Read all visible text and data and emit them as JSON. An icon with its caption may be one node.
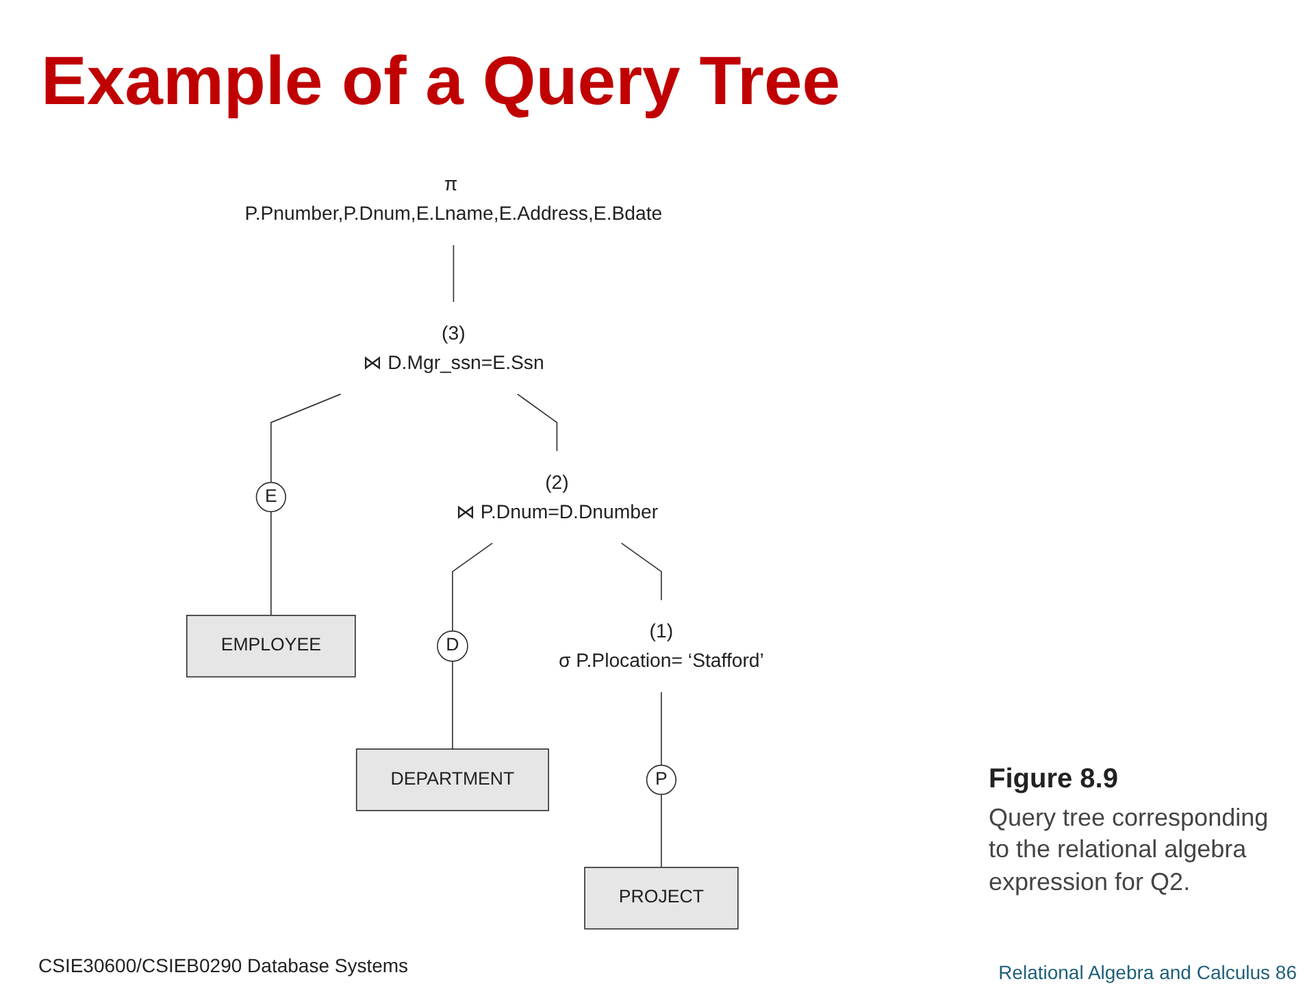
{
  "diagram": {
    "title": "Example of a Query Tree",
    "caption": "Figure 8.9",
    "nodes": [
      {
        "text": [
          "π P.Pnumber,P.Dnum,E.Lname,E.Address,E.Bdate"
        ]
      },
      {
        "text": [
          "⋈ D.Mgr_ssn=E.Ssn"
        ],
        "beside": [
          "(3)"
        ]
      },
      {
        "text": [
          "⋈ P.Dnum=D.Dnumber"
        ],
        "beside": [
          "(2)"
        ]
      },
      {
        "text": [
          "E"
        ]
      },
      {
        "text": [
          "EMPLOYEE"
        ]
      },
      {
        "text": [
          "σ P.Plocation= ‘Stafford’"
        ],
        "beside": [
          "(1)"
        ]
      },
      {
        "text": [
          "D"
        ]
      },
      {
        "text": [
          "DEPARTMENT"
        ]
      },
      {
        "text": [
          "P"
        ]
      },
      {
        "text": [
          "PROJECT"
        ]
      }
    ],
    "edges": [
      {
        "from": 0,
        "to": 1,
        "arrow": "none"
      },
      {
        "from": 1,
        "to": 2,
        "arrow": "none"
      },
      {
        "from": 1,
        "to": 3,
        "arrow": "none"
      },
      {
        "from": 3,
        "to": 4,
        "arrow": "none"
      },
      {
        "from": 2,
        "to": 5,
        "arrow": "none"
      },
      {
        "from": 2,
        "to": 6,
        "arrow": "none"
      },
      {
        "from": 6,
        "to": 7,
        "arrow": "none"
      },
      {
        "from": 5,
        "to": 8,
        "arrow": "none"
      },
      {
        "from": 8,
        "to": 9,
        "arrow": "none"
      }
    ],
    "labels": [
      "Query tree corresponding to the relational algebra expression for Q2.",
      "CSIE30600/CSIEB0290 Database Systems",
      "Relational Algebra and Calculus 86"
    ]
  }
}
